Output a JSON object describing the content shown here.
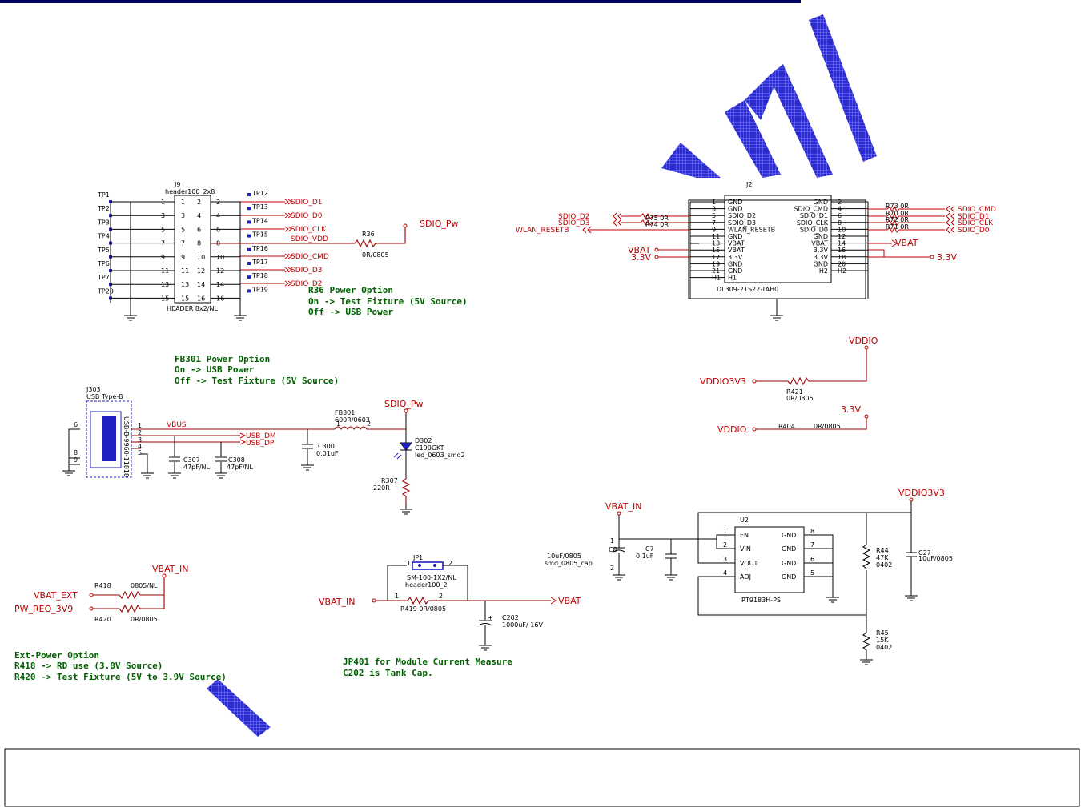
{
  "colors": {
    "wire": "#9b0000",
    "net_label": "#c00000",
    "note": "#006000",
    "watermark": "#1a1acc"
  },
  "j9": {
    "ref": "J9",
    "value": "header100_2x8",
    "footer": "HEADER 8x2/NL",
    "left_tps": [
      "TP1",
      "TP2",
      "TP3",
      "TP4",
      "TP5",
      "TP6",
      "TP7",
      "TP20"
    ],
    "right_tps": [
      "TP12",
      "TP13",
      "TP14",
      "TP15",
      "TP16",
      "TP17",
      "TP18",
      "TP19"
    ],
    "left_pins": [
      "1",
      "3",
      "5",
      "7",
      "9",
      "11",
      "13",
      "15"
    ],
    "right_pins": [
      "2",
      "4",
      "6",
      "8",
      "10",
      "12",
      "14",
      "16"
    ],
    "nets": [
      "SDIO_D1",
      "SDIO_D0",
      "SDIO_CLK",
      "SDIO_VDD",
      "SDIO_CMD",
      "SDIO_D3",
      "SDIO_D2"
    ]
  },
  "r36": {
    "ref": "R36",
    "value": "0R/0805",
    "net": "SDIO_Pw"
  },
  "notes": {
    "r36": [
      "R36 Power Option",
      "On -> Test Fixture (5V Source)",
      "Off -> USB Power"
    ],
    "fb301": [
      "FB301 Power Option",
      "On -> USB Power",
      "Off -> Test Fixture (5V Source)"
    ],
    "ext": [
      "Ext-Power Option",
      "R418 -> RD use (3.8V Source)",
      "R420 -> Test Fixture (5V to 3.9V Source)"
    ],
    "jp401": [
      "JP401 for Module Current Measure",
      "C202 is Tank Cap."
    ]
  },
  "j2": {
    "ref": "J2",
    "part": "DL309-21S22-TAH0",
    "left_pins": [
      "1",
      "3",
      "5",
      "7",
      "9",
      "11",
      "13",
      "15",
      "17",
      "19",
      "21",
      "H1"
    ],
    "left_names": [
      "GND",
      "GND",
      "SDIO_D2",
      "SDIO_D3",
      "WLAN_RESETB",
      "GND",
      "VBAT",
      "VBAT",
      "3.3V",
      "GND",
      "GND",
      "H1"
    ],
    "right_pins": [
      "2",
      "4",
      "6",
      "8",
      "10",
      "12",
      "14",
      "16",
      "18",
      "20",
      "H2"
    ],
    "right_names": [
      "GND",
      "SDIO_CMD",
      "SDIO_D1",
      "SDIO_CLK",
      "SDIO_D0",
      "GND",
      "VBAT",
      "3.3V",
      "3.3V",
      "GND",
      "H2"
    ],
    "left_nets": [
      "SDIO_D2",
      "SDIO_D3",
      "WLAN_RESETB",
      "VBAT",
      "3.3V"
    ],
    "left_res": [
      "R75 0R",
      "R74 0R"
    ],
    "right_res": [
      "R73 0R",
      "R70 0R",
      "R72 0R",
      "R71 0R"
    ],
    "right_nets": [
      "SDIO_CMD",
      "SDIO_D1",
      "SDIO_CLK",
      "SDIO_D0",
      "VBAT",
      "3.3V"
    ]
  },
  "vddio": {
    "net_top": "VDDIO",
    "left_net": "VDDIO3V3",
    "r421": "R421",
    "r421_val": "0R/0805",
    "net_33": "3.3V",
    "left_net2": "VDDIO",
    "r404": "R404",
    "r404_val": "0R/0805"
  },
  "usb": {
    "ref": "J303",
    "value": "USB Type-B",
    "pins": [
      "1",
      "2",
      "3",
      "4",
      "5",
      "6",
      "8",
      "9"
    ],
    "vbus": "VBUS",
    "dm": "USB_DM",
    "dp": "USB_DP",
    "conn_text": "USB-B-9960-11818",
    "c307": "C307",
    "c307_val": "47pF/NL",
    "c308": "C308",
    "c308_val": "47pF/NL",
    "c300": "C300",
    "c300_val": "0.01uF",
    "fb301": "FB301",
    "fb301_val": "600R/0603",
    "fb_pins": [
      "1",
      "2"
    ],
    "net": "SDIO_Pw",
    "d302": "D302",
    "d302_val": "C190GKT",
    "d302_fp": "led_0603_smd2",
    "r307": "R307",
    "r307_val": "220R"
  },
  "ext": {
    "net": "VBAT_IN",
    "in1": "VBAT_EXT",
    "in2": "PW_REO_3V9",
    "r418": "R418",
    "r418_val": "0805/NL",
    "r420": "R420",
    "r420_val": "0R/0805"
  },
  "jp": {
    "ref": "JP1",
    "pin1": "1",
    "pin2": "2",
    "value": "SM-100-1X2/NL",
    "fp": "header100_2",
    "in": "VBAT_IN",
    "out": "VBAT",
    "r419": "R419 0R/0805",
    "r_pin1": "1",
    "r_pin2": "2",
    "c202": "C202",
    "c202_val": "1000uF/ 16V",
    "plus": "+"
  },
  "reg": {
    "in_net": "VBAT_IN",
    "out_net": "VDDIO3V3",
    "ref": "U2",
    "part": "RT9183H-PS",
    "left_pins": [
      "1",
      "2",
      "3",
      "4"
    ],
    "left_names": [
      "EN",
      "VIN",
      "VOUT",
      "ADJ"
    ],
    "right_pins": [
      "8",
      "7",
      "6",
      "5"
    ],
    "right_names": [
      "GND",
      "GND",
      "GND",
      "GND"
    ],
    "c8": "C8",
    "c8_val": "10uF/0805",
    "c8_fp": "smd_0805_cap",
    "c8_pins": [
      "1",
      "2"
    ],
    "c7": "C7",
    "c7_val": "0.1uF",
    "r44": "R44",
    "r44_val": "47K",
    "r44_fp": "0402",
    "r45": "R45",
    "r45_val": "15K",
    "r45_fp": "0402",
    "c27": "C27",
    "c27_val": "10uF/0805"
  }
}
